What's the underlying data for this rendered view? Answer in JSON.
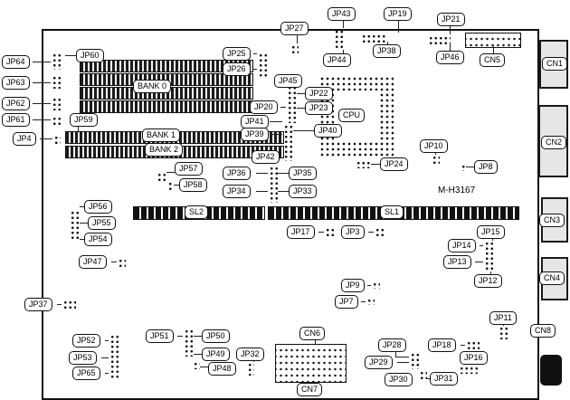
{
  "diagram": {
    "type": "motherboard-layout",
    "model": "M-H3167",
    "cpu": "CPU"
  },
  "banks": {
    "bank0": "BANK 0",
    "bank1": "BANK 1",
    "bank2": "BANK 2"
  },
  "slots": {
    "sl1": "SL1",
    "sl2": "SL2"
  },
  "connectors": {
    "cn1": "CN1",
    "cn2": "CN2",
    "cn3": "CN3",
    "cn4": "CN4",
    "cn5": "CN5",
    "cn6": "CN6",
    "cn7": "CN7",
    "cn8": "CN8"
  },
  "jumpers": {
    "jp3": "JP3",
    "jp4": "JP4",
    "jp7": "JP7",
    "jp8": "JP8",
    "jp9": "JP9",
    "jp10": "JP10",
    "jp11": "JP11",
    "jp12": "JP12",
    "jp13": "JP13",
    "jp14": "JP14",
    "jp15": "JP15",
    "jp16": "JP16",
    "jp17": "JP17",
    "jp18": "JP18",
    "jp19": "JP19",
    "jp20": "JP20",
    "jp21": "JP21",
    "jp22": "JP22",
    "jp23": "JP23",
    "jp24": "JP24",
    "jp25": "JP25",
    "jp26": "JP26",
    "jp27": "JP27",
    "jp28": "JP28",
    "jp29": "JP29",
    "jp30": "JP30",
    "jp31": "JP31",
    "jp32": "JP32",
    "jp33": "JP33",
    "jp34": "JP34",
    "jp35": "JP35",
    "jp36": "JP36",
    "jp37": "JP37",
    "jp38": "JP38",
    "jp39": "JP39",
    "jp40": "JP40",
    "jp41": "JP41",
    "jp42": "JP42",
    "jp43": "JP43",
    "jp44": "JP44",
    "jp45": "JP45",
    "jp46": "JP46",
    "jp47": "JP47",
    "jp48": "JP48",
    "jp49": "JP49",
    "jp50": "JP50",
    "jp51": "JP51",
    "jp52": "JP52",
    "jp53": "JP53",
    "jp54": "JP54",
    "jp55": "JP55",
    "jp56": "JP56",
    "jp57": "JP57",
    "jp58": "JP58",
    "jp59": "JP59",
    "jp60": "JP60",
    "jp61": "JP61",
    "jp62": "JP62",
    "jp63": "JP63",
    "jp64": "JP64",
    "jp65": "JP65"
  }
}
